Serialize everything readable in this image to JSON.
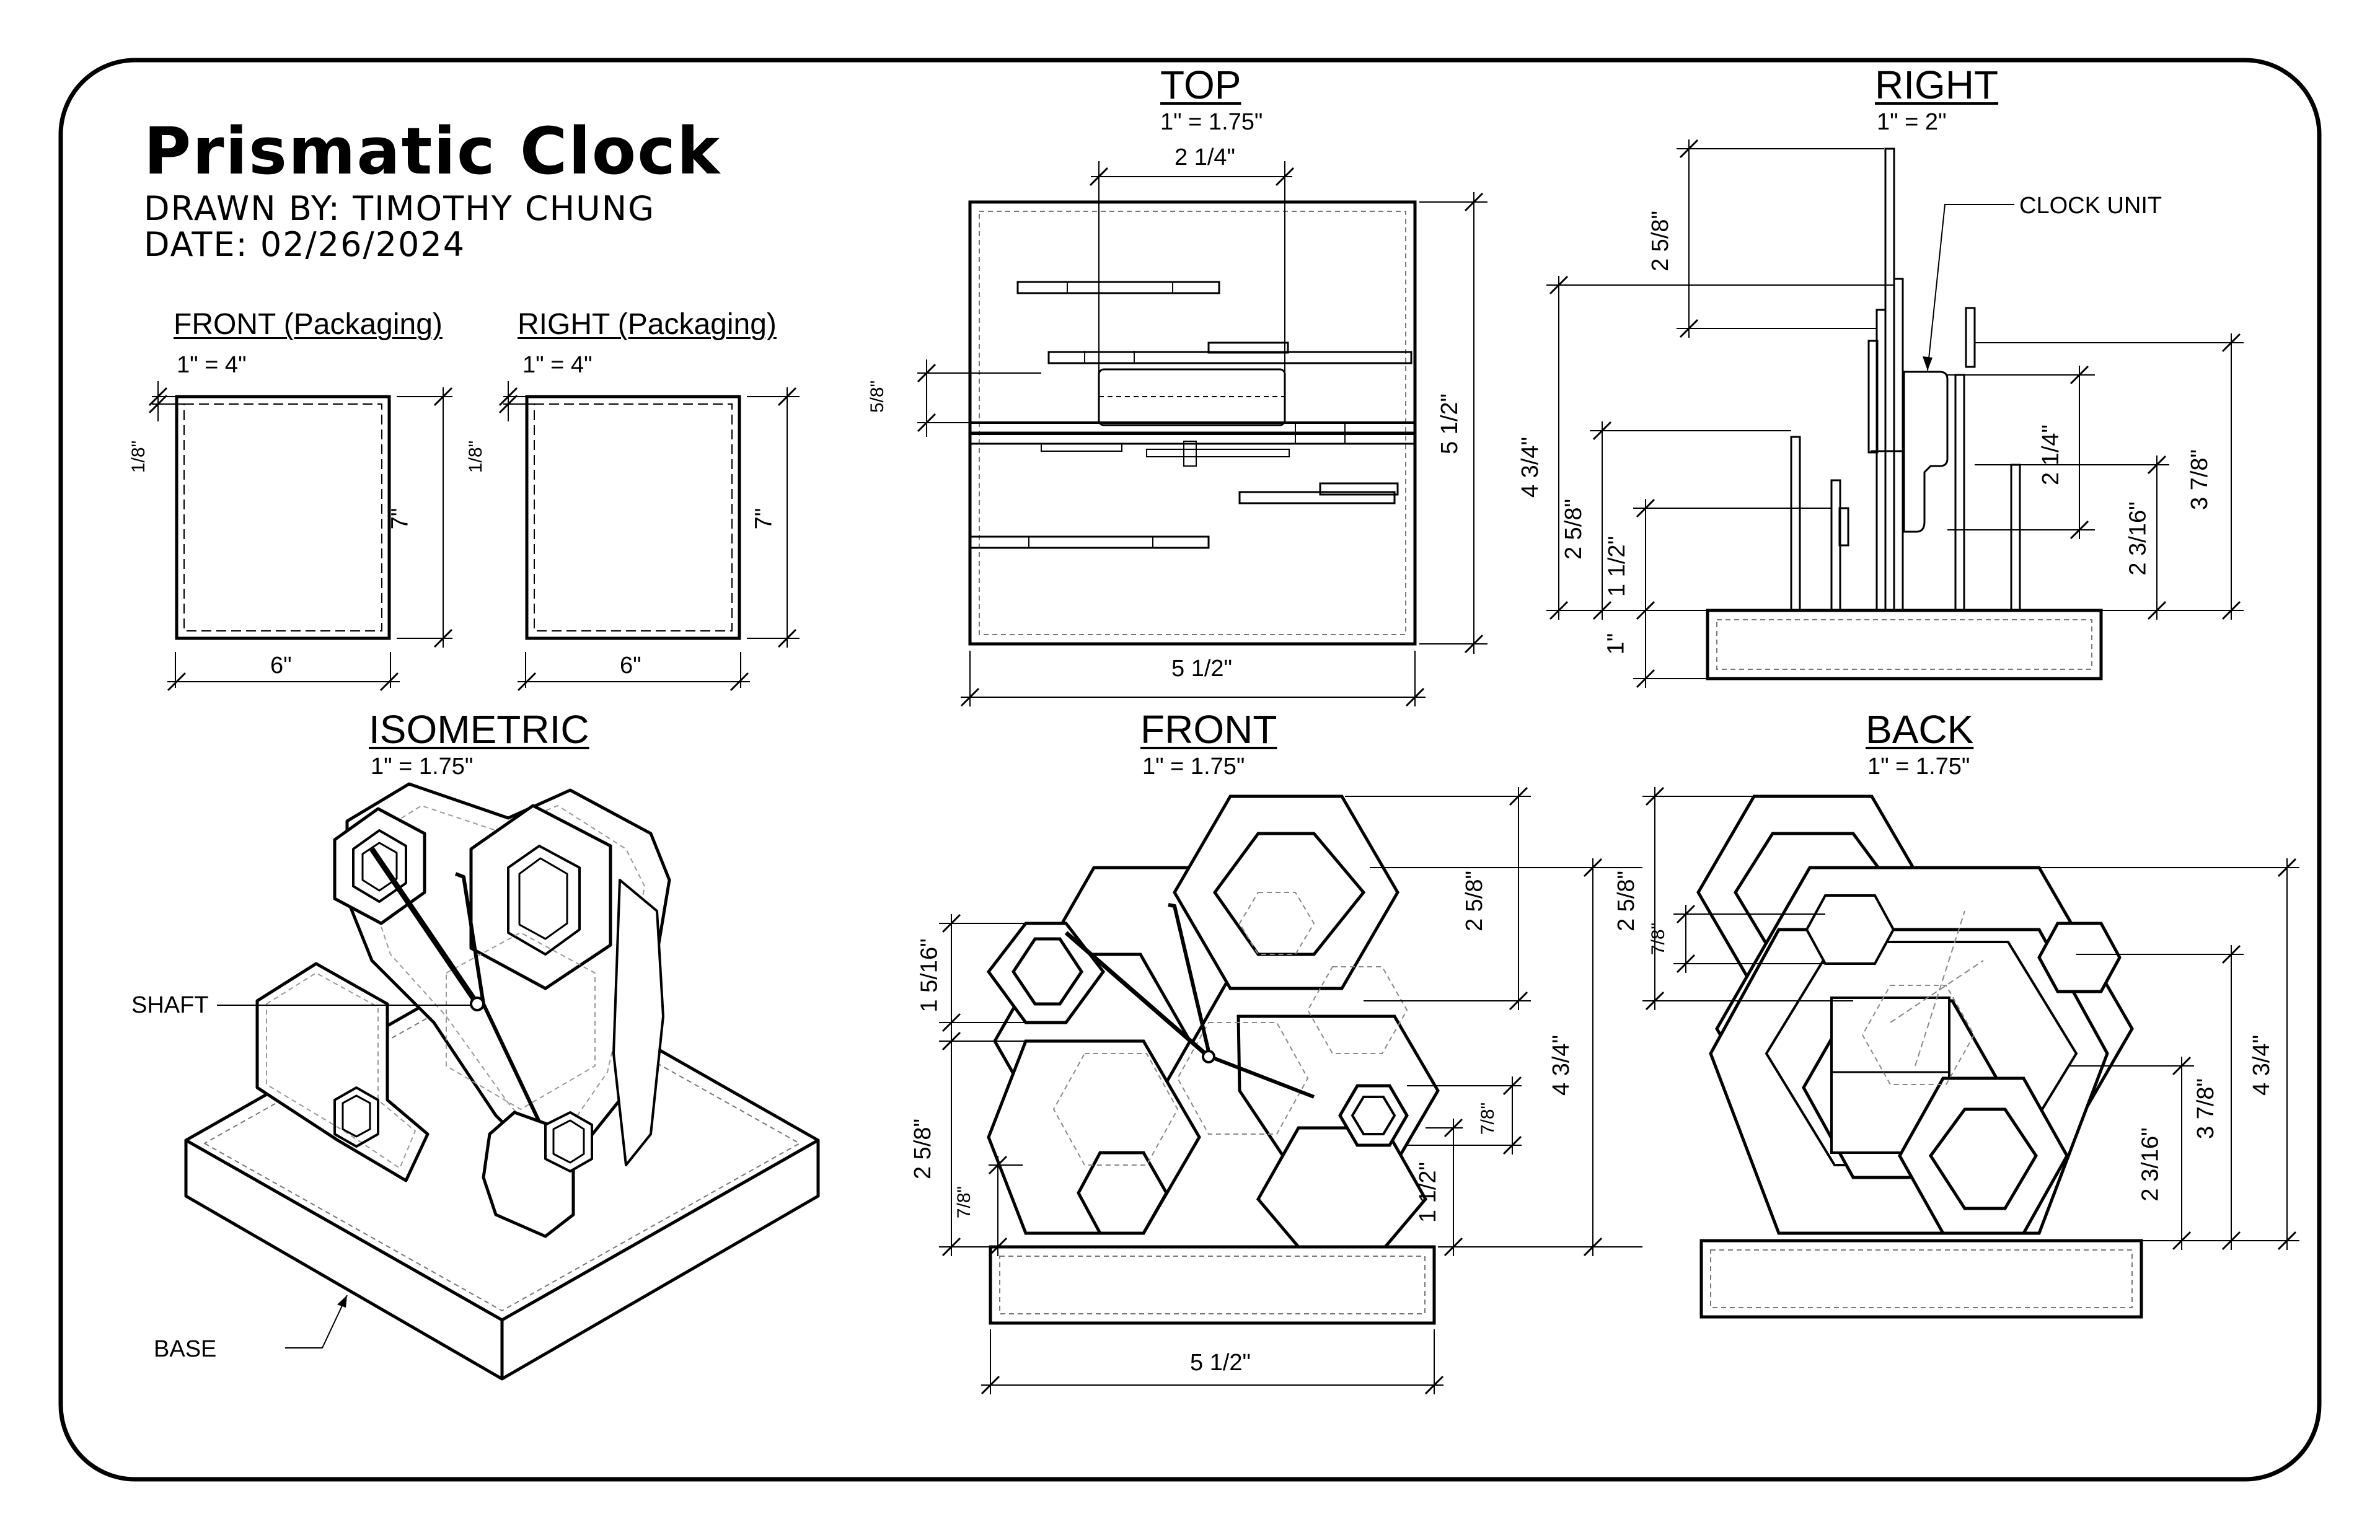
{
  "sheet": {
    "title": "Prismatic Clock",
    "drawn_by": "DRAWN BY: TIMOTHY CHUNG",
    "date": "DATE: 02/26/2024"
  },
  "packaging": {
    "front": {
      "title": "FRONT (Packaging)",
      "scale": "1\" = 4\"",
      "width": "6\"",
      "height": "7\"",
      "wall": "1/8\""
    },
    "right": {
      "title": "RIGHT (Packaging)",
      "scale": "1\" = 4\"",
      "width": "6\"",
      "height": "7\"",
      "wall": "1/8\""
    }
  },
  "views": {
    "top": {
      "title": "TOP",
      "scale": "1\" = 1.75\"",
      "dims": {
        "top": "2 1/4\"",
        "left": "5/8\"",
        "right": "5 1/2\"",
        "bottom": "5 1/2\""
      }
    },
    "right": {
      "title": "RIGHT",
      "scale": "1\" = 2\"",
      "callout": "CLOCK UNIT",
      "dims": {
        "a": "2 5/8\"",
        "b": "4 3/4\"",
        "c": "2 5/8\"",
        "d": "1 1/2\"",
        "e": "1\"",
        "f": "2 1/4\"",
        "g": "2 3/16\"",
        "h": "3 7/8\""
      }
    },
    "isometric": {
      "title": "ISOMETRIC",
      "scale": "1\" = 1.75\"",
      "callouts": {
        "shaft": "SHAFT",
        "base": "BASE"
      }
    },
    "front": {
      "title": "FRONT",
      "scale": "1\" = 1.75\"",
      "dims": {
        "a": "1 5/16\"",
        "b": "2 5/8\"",
        "c": "7/8\"",
        "d": "2 5/8\"",
        "e": "4 3/4\"",
        "f": "7/8\"",
        "g": "1 1/2\"",
        "h": "5 1/2\""
      }
    },
    "back": {
      "title": "BACK",
      "scale": "1\" = 1.75\"",
      "dims": {
        "a": "2 5/8\"",
        "b": "7/8\"",
        "c": "3 7/8\"",
        "d": "4 3/4\"",
        "e": "2 3/16\""
      }
    }
  },
  "dimension_text": {
    "two_quarter": [
      "2",
      "1",
      "4"
    ],
    "five_half": [
      "5",
      "1",
      "2"
    ],
    "five_eighth": [
      "5",
      "8"
    ],
    "one_eighth": [
      "1",
      "8"
    ],
    "six": "6\"",
    "seven": "7\"",
    "one": "1\"",
    "two_five_eighth": [
      "2",
      "5",
      "8"
    ],
    "four_three_quarter": [
      "4",
      "3",
      "4"
    ],
    "one_half_mixed": [
      "1",
      "1",
      "2"
    ],
    "two_three_sixteenth": [
      "2",
      "3",
      "16"
    ],
    "three_seven_eighth": [
      "3",
      "7",
      "8"
    ],
    "one_five_sixteenth": [
      "1",
      "5",
      "16"
    ],
    "seven_eighth": [
      "7",
      "8"
    ]
  },
  "colors": {
    "ink": "#000000",
    "paper": "#ffffff",
    "hidden": "#7a7a7a"
  }
}
